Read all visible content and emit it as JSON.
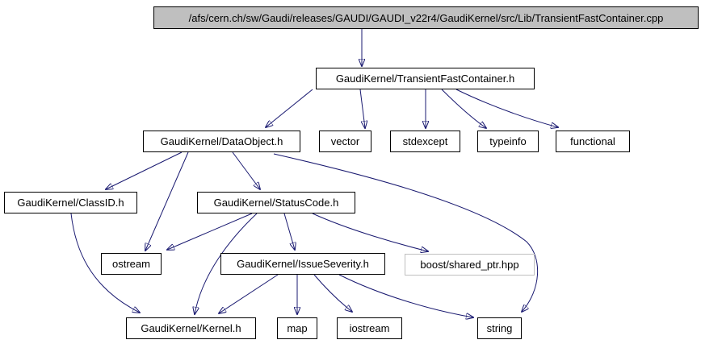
{
  "diagram": {
    "type": "include-dependency-graph",
    "root_file": "/afs/cern.ch/sw/Gaudi/releases/GAUDI/GAUDI_v22r4/GaudiKernel/src/Lib/TransientFastContainer.cpp",
    "nodes": {
      "cpp": {
        "label": "/afs/cern.ch/sw/Gaudi/releases/GAUDI/GAUDI_v22r4/GaudiKernel/src/Lib/TransientFastContainer.cpp",
        "kind": "root"
      },
      "transientfastcontainer_h": {
        "label": "GaudiKernel/TransientFastContainer.h",
        "kind": "project-header"
      },
      "dataobject_h": {
        "label": "GaudiKernel/DataObject.h",
        "kind": "project-header"
      },
      "vector": {
        "label": "vector",
        "kind": "system-header"
      },
      "stdexcept": {
        "label": "stdexcept",
        "kind": "system-header"
      },
      "typeinfo": {
        "label": "typeinfo",
        "kind": "system-header"
      },
      "functional": {
        "label": "functional",
        "kind": "system-header"
      },
      "classid_h": {
        "label": "GaudiKernel/ClassID.h",
        "kind": "project-header"
      },
      "statuscode_h": {
        "label": "GaudiKernel/StatusCode.h",
        "kind": "project-header"
      },
      "ostream": {
        "label": "ostream",
        "kind": "system-header"
      },
      "issueseverity_h": {
        "label": "GaudiKernel/IssueSeverity.h",
        "kind": "project-header"
      },
      "boost_shared_ptr_hpp": {
        "label": "boost/shared_ptr.hpp",
        "kind": "external-header"
      },
      "kernel_h": {
        "label": "GaudiKernel/Kernel.h",
        "kind": "project-header"
      },
      "map": {
        "label": "map",
        "kind": "system-header"
      },
      "iostream": {
        "label": "iostream",
        "kind": "system-header"
      },
      "string": {
        "label": "string",
        "kind": "system-header"
      }
    },
    "edges": [
      {
        "from": "cpp",
        "to": "transientfastcontainer_h"
      },
      {
        "from": "transientfastcontainer_h",
        "to": "dataobject_h"
      },
      {
        "from": "transientfastcontainer_h",
        "to": "vector"
      },
      {
        "from": "transientfastcontainer_h",
        "to": "stdexcept"
      },
      {
        "from": "transientfastcontainer_h",
        "to": "typeinfo"
      },
      {
        "from": "transientfastcontainer_h",
        "to": "functional"
      },
      {
        "from": "dataobject_h",
        "to": "classid_h"
      },
      {
        "from": "dataobject_h",
        "to": "statuscode_h"
      },
      {
        "from": "dataobject_h",
        "to": "ostream"
      },
      {
        "from": "dataobject_h",
        "to": "string"
      },
      {
        "from": "classid_h",
        "to": "kernel_h"
      },
      {
        "from": "statuscode_h",
        "to": "ostream"
      },
      {
        "from": "statuscode_h",
        "to": "issueseverity_h"
      },
      {
        "from": "statuscode_h",
        "to": "kernel_h"
      },
      {
        "from": "statuscode_h",
        "to": "boost_shared_ptr_hpp"
      },
      {
        "from": "issueseverity_h",
        "to": "kernel_h"
      },
      {
        "from": "issueseverity_h",
        "to": "map"
      },
      {
        "from": "issueseverity_h",
        "to": "iostream"
      },
      {
        "from": "issueseverity_h",
        "to": "string"
      }
    ],
    "colors": {
      "edge": "#191970",
      "node_border": "#000000",
      "node_fill": "#ffffff",
      "root_fill": "#bfbfbf",
      "external_border": "#bfbfbf",
      "background": "#ffffff"
    }
  }
}
